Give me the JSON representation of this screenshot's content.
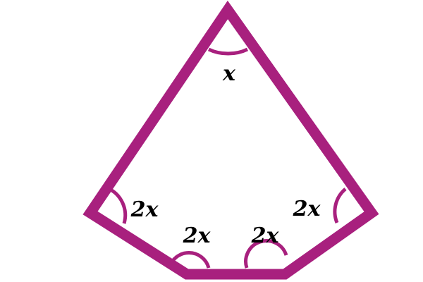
{
  "colors": {
    "outline": "#a8207e",
    "background": "#ffffff",
    "text": "#000000"
  },
  "angles": {
    "apex": "x",
    "upper_left": "2x",
    "lower_left": "2x",
    "lower_right": "2x",
    "upper_right": "2x"
  }
}
